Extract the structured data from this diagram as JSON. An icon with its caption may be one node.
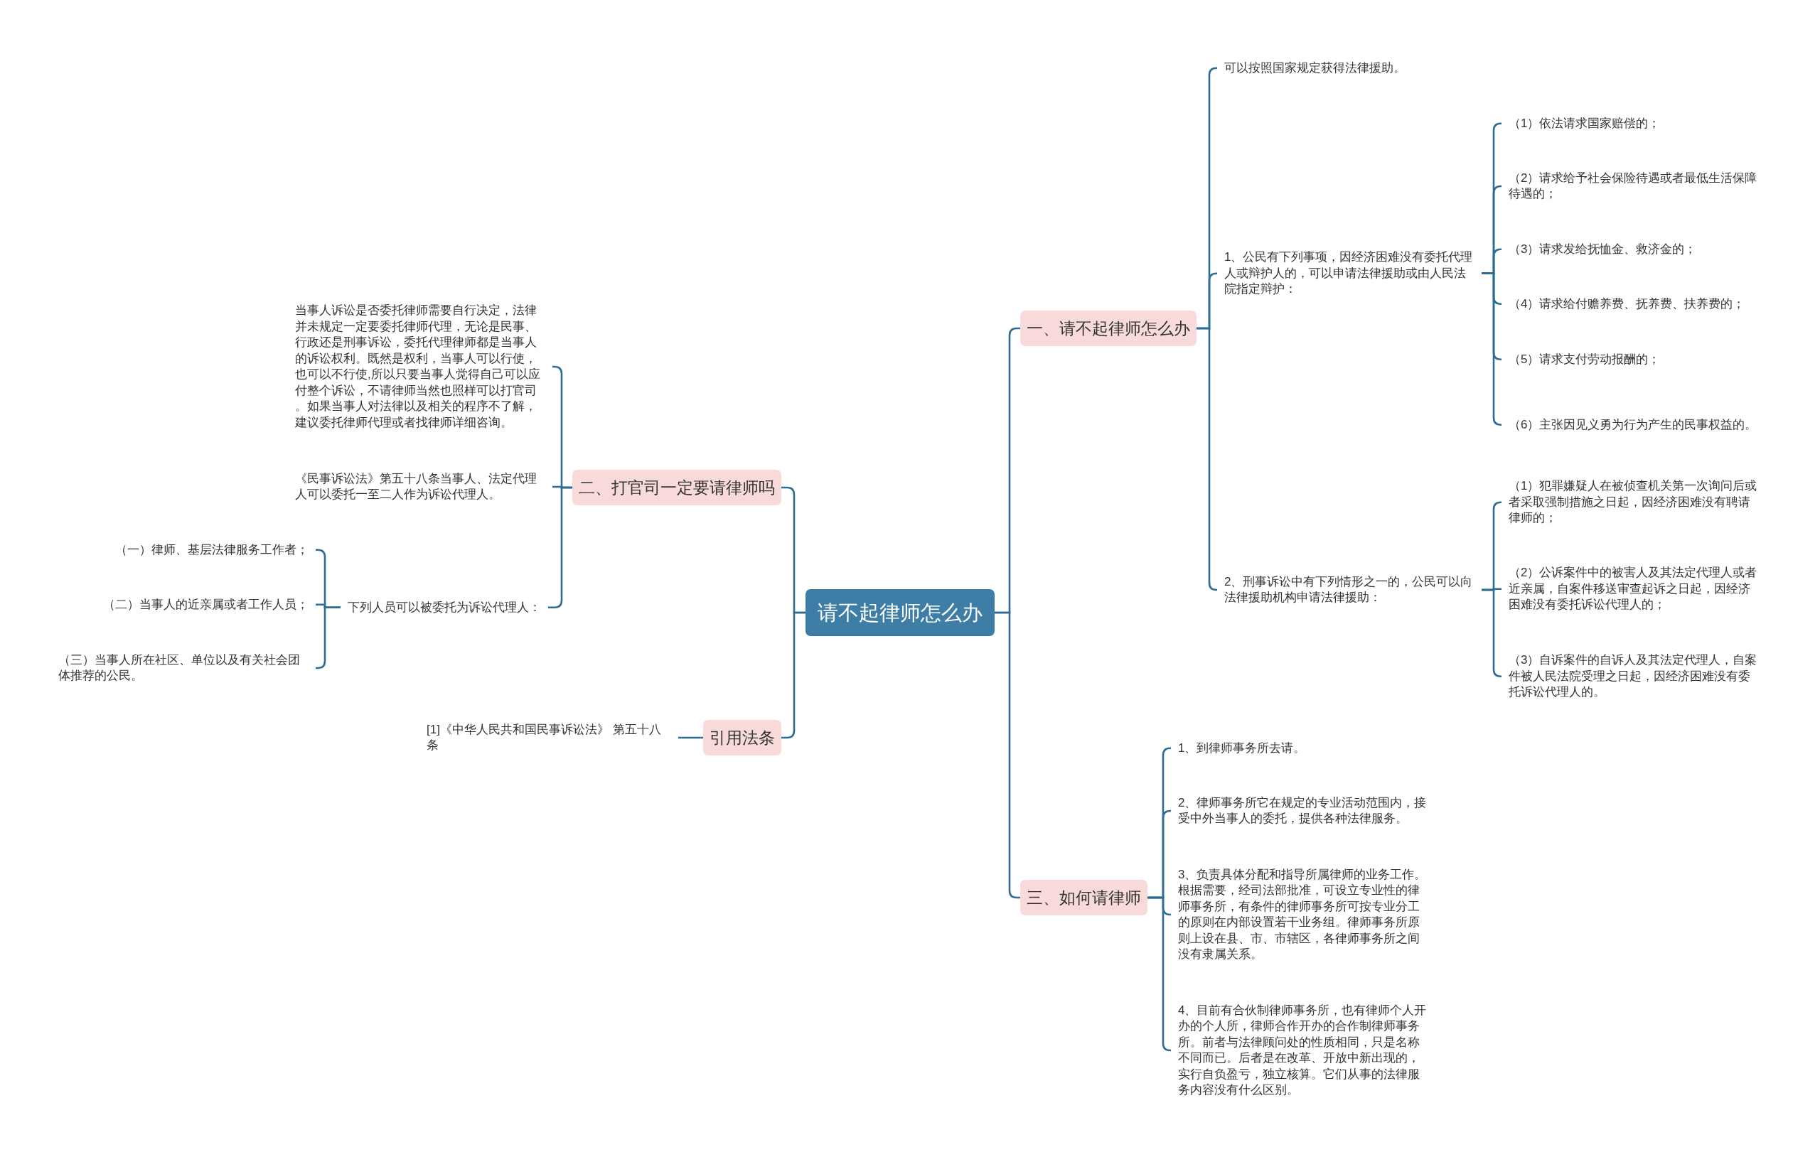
{
  "diagram": {
    "nodes": [
      {
        "text": [
          "请不起律师怎么办"
        ]
      },
      {
        "text": [
          "一、请不起律师怎么办"
        ]
      },
      {
        "text": [
          "可以按照国家规定获得法律援助。"
        ]
      },
      {
        "text": [
          "1、公民有下列事项，因经济困难没有委托代理人或辩护人的，可以申请法律援助或由人民法院指定辩护："
        ]
      },
      {
        "text": [
          "（1）依法请求国家赔偿的；"
        ]
      },
      {
        "text": [
          "（2）请求给予社会保险待遇或者最低生活保障待遇的；"
        ]
      },
      {
        "text": [
          "（3）请求发给抚恤金、救济金的；"
        ]
      },
      {
        "text": [
          "（4）请求给付赡养费、抚养费、扶养费的；"
        ]
      },
      {
        "text": [
          "（5）请求支付劳动报酬的；"
        ]
      },
      {
        "text": [
          "（6）主张因见义勇为行为产生的民事权益的。"
        ]
      },
      {
        "text": [
          "2、刑事诉讼中有下列情形之一的，公民可以向法律援助机构申请法律援助："
        ]
      },
      {
        "text": [
          "（1）犯罪嫌疑人在被侦查机关第一次询问后或者采取强制措施之日起，因经济困难没有聘请律师的；"
        ]
      },
      {
        "text": [
          "（2）公诉案件中的被害人及其法定代理人或者近亲属，自案件移送审查起诉之日起，因经济困难没有委托诉讼代理人的；"
        ]
      },
      {
        "text": [
          "（3）自诉案件的自诉人及其法定代理人，自案件被人民法院受理之日起，因经济困难没有委托诉讼代理人的。"
        ]
      },
      {
        "text": [
          "二、打官司一定要请律师吗"
        ]
      },
      {
        "text": [
          "当事人诉讼是否委托律师需要自行决定，法律并未规定一定要委托律师代理，无论是民事、行政还是刑事诉讼，委托代理律师都是当事人的诉讼权利。既然是权利，当事人可以行使，也可以不行使,所以只要当事人觉得自己可以应付整个诉讼，不请律师当然也照样可以打官司。如果当事人对法律以及相关的程序不了解，建议委托律师代理或者找律师详细咨询。"
        ]
      },
      {
        "text": [
          "《民事诉讼法》第五十八条当事人、法定代理人可以委托一至二人作为诉讼代理人。"
        ]
      },
      {
        "text": [
          "下列人员可以被委托为诉讼代理人："
        ]
      },
      {
        "text": [
          "（一）律师、基层法律服务工作者；"
        ]
      },
      {
        "text": [
          "（二）当事人的近亲属或者工作人员；"
        ]
      },
      {
        "text": [
          "（三）当事人所在社区、单位以及有关社会团体推荐的公民。"
        ]
      },
      {
        "text": [
          "引用法条"
        ]
      },
      {
        "text": [
          "[1]《中华人民共和国民事诉讼法》 第五十八条"
        ]
      },
      {
        "text": [
          "三、如何请律师"
        ]
      },
      {
        "text": [
          "1、到律师事务所去请。"
        ]
      },
      {
        "text": [
          "2、律师事务所它在规定的专业活动范围内，接受中外当事人的委托，提供各种法律服务。"
        ]
      },
      {
        "text": [
          "3、负责具体分配和指导所属律师的业务工作。根据需要，经司法部批准，可设立专业性的律师事务所，有条件的律师事务所可按专业分工的原则在内部设置若干业务组。律师事务所原则上设在县、市、市辖区，各律师事务所之间没有隶属关系。"
        ]
      },
      {
        "text": [
          "4、目前有合伙制律师事务所，也有律师个人开办的个人所，律师合作开办的合作制律师事务所。前者与法律顾问处的性质相同，只是名称不同而已。后者是在改革、开放中新出现的，实行自负盈亏，独立核算。它们从事的法律服务内容没有什么区别。"
        ]
      }
    ],
    "edges": [
      {
        "from": 0,
        "to": 1,
        "arrow": "none"
      },
      {
        "from": 1,
        "to": 2,
        "arrow": "none"
      },
      {
        "from": 1,
        "to": 3,
        "arrow": "none"
      },
      {
        "from": 3,
        "to": 4,
        "arrow": "none"
      },
      {
        "from": 3,
        "to": 5,
        "arrow": "none"
      },
      {
        "from": 3,
        "to": 6,
        "arrow": "none"
      },
      {
        "from": 3,
        "to": 7,
        "arrow": "none"
      },
      {
        "from": 3,
        "to": 8,
        "arrow": "none"
      },
      {
        "from": 3,
        "to": 9,
        "arrow": "none"
      },
      {
        "from": 1,
        "to": 10,
        "arrow": "none"
      },
      {
        "from": 10,
        "to": 11,
        "arrow": "none"
      },
      {
        "from": 10,
        "to": 12,
        "arrow": "none"
      },
      {
        "from": 10,
        "to": 13,
        "arrow": "none"
      },
      {
        "from": 0,
        "to": 14,
        "arrow": "none"
      },
      {
        "from": 14,
        "to": 15,
        "arrow": "none"
      },
      {
        "from": 14,
        "to": 16,
        "arrow": "none"
      },
      {
        "from": 14,
        "to": 17,
        "arrow": "none"
      },
      {
        "from": 17,
        "to": 18,
        "arrow": "none"
      },
      {
        "from": 17,
        "to": 19,
        "arrow": "none"
      },
      {
        "from": 17,
        "to": 20,
        "arrow": "none"
      },
      {
        "from": 0,
        "to": 21,
        "arrow": "none"
      },
      {
        "from": 21,
        "to": 22,
        "arrow": "none"
      },
      {
        "from": 0,
        "to": 23,
        "arrow": "none"
      },
      {
        "from": 23,
        "to": 24,
        "arrow": "none"
      },
      {
        "from": 23,
        "to": 25,
        "arrow": "none"
      },
      {
        "from": 23,
        "to": 26,
        "arrow": "none"
      },
      {
        "from": 23,
        "to": 27,
        "arrow": "none"
      }
    ]
  }
}
